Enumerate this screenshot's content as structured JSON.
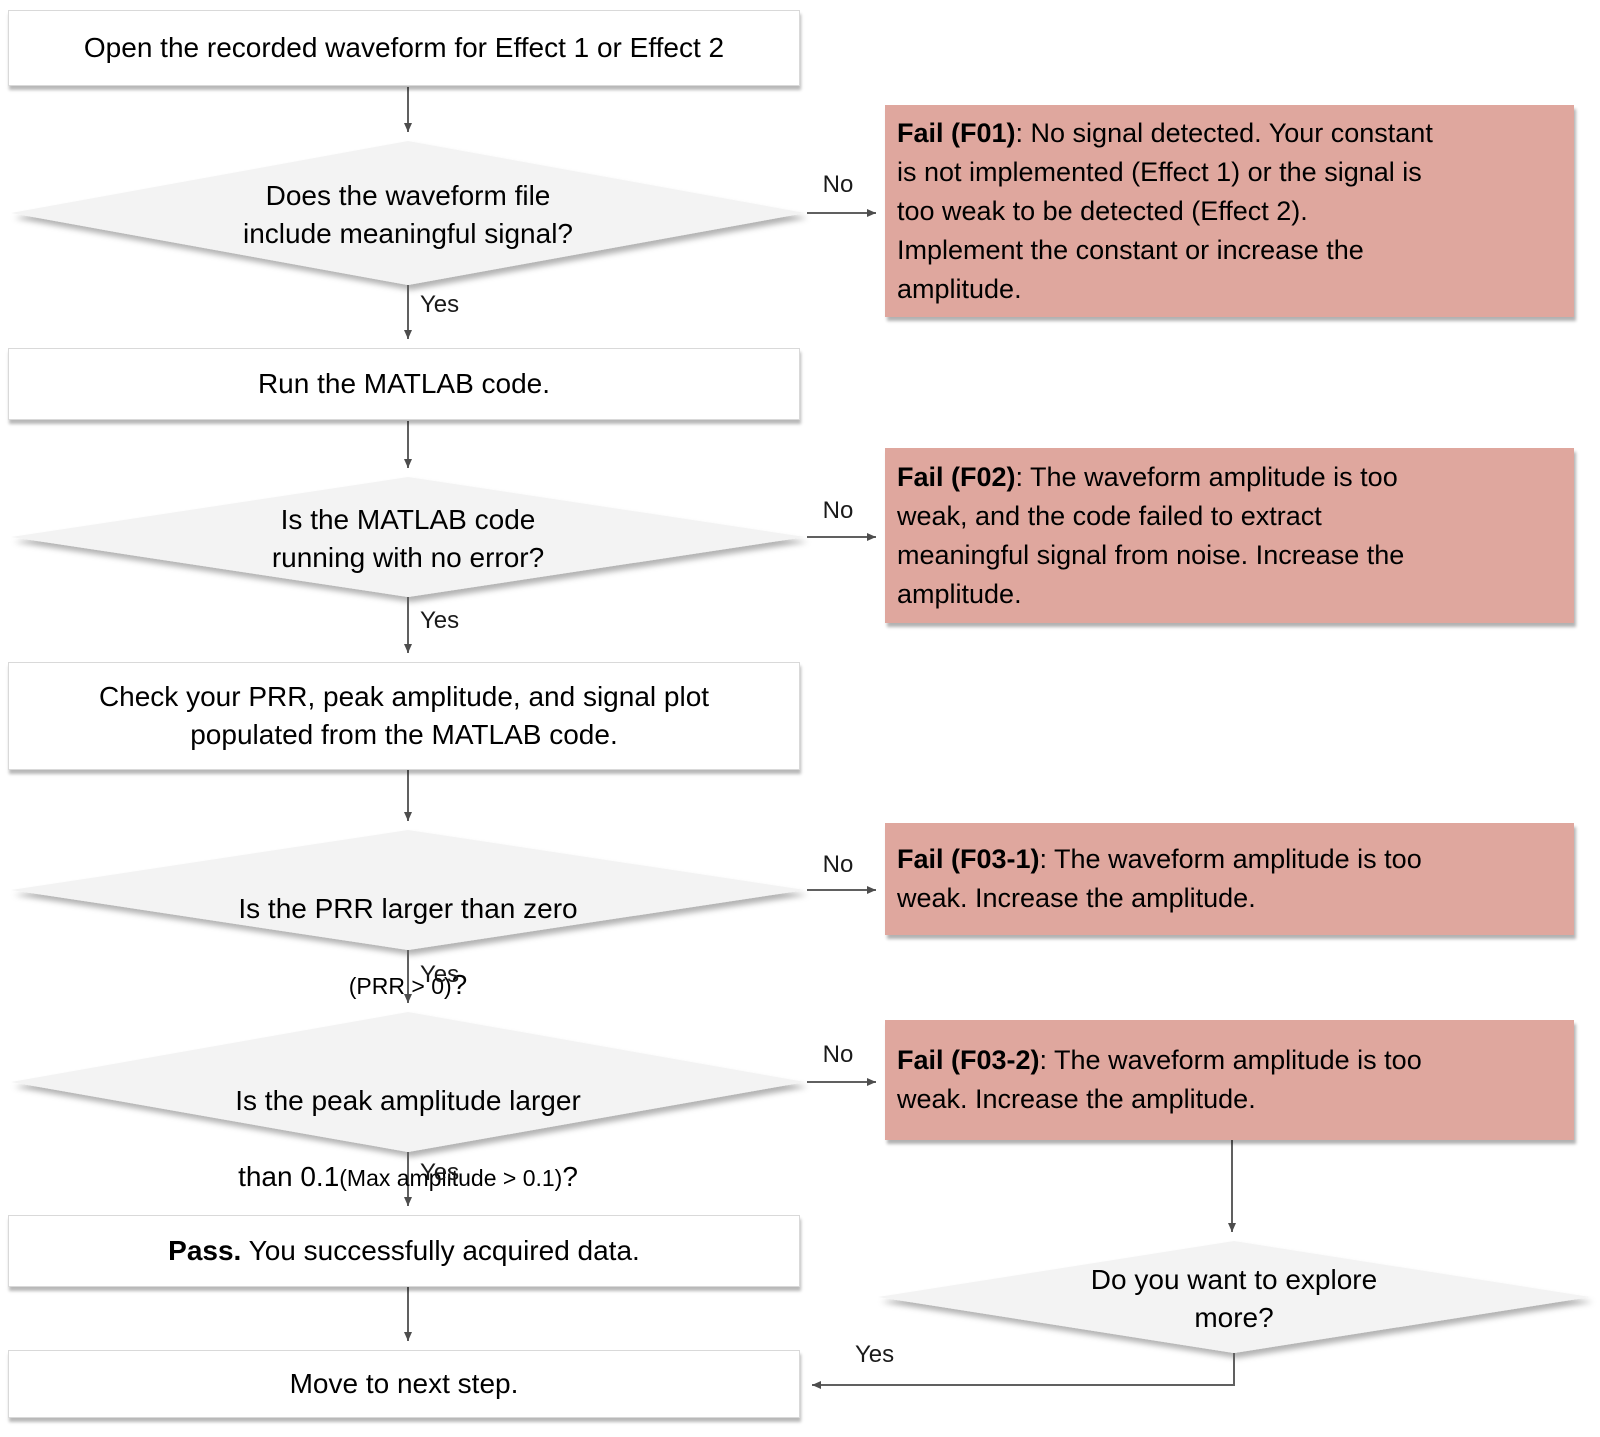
{
  "diagram": {
    "type": "flowchart",
    "nodes": {
      "start": {
        "label": "Open the recorded waveform for Effect 1 or Effect 2"
      },
      "decision_signal": {
        "label": "Does the waveform file\ninclude meaningful signal?"
      },
      "fail_f01": {
        "title": "Fail (F01)",
        "body": ": No signal detected. Your constant\nis not implemented (Effect 1) or the signal is\ntoo weak to be detected (Effect 2).\nImplement the constant or increase the\namplitude."
      },
      "run_code": {
        "label": "Run the MATLAB code."
      },
      "decision_no_error": {
        "label": "Is the MATLAB code\nrunning with no error?"
      },
      "fail_f02": {
        "title": "Fail (F02)",
        "body": ": The waveform amplitude is too\nweak, and the code failed to extract\nmeaningful signal from noise. Increase the\namplitude."
      },
      "check_outputs": {
        "label": "Check your PRR, peak amplitude, and signal plot\npopulated from the MATLAB code."
      },
      "decision_prr": {
        "line1": "Is the PRR  larger than zero",
        "line2_small": "(PRR > 0)",
        "line2_end": "?"
      },
      "fail_f03_1": {
        "title": "Fail (F03-1)",
        "body": ": The waveform amplitude is too\nweak. Increase the amplitude."
      },
      "decision_peak": {
        "line1": "Is the peak amplitude larger",
        "line2_main": "than 0.1",
        "line2_small": "(Max amplitude > 0.1)",
        "line2_end": "?"
      },
      "fail_f03_2": {
        "title": "Fail (F03-2)",
        "body": ": The waveform amplitude is too\nweak. Increase the amplitude."
      },
      "pass": {
        "title": "Pass.",
        "body": "You successfully acquired data."
      },
      "decision_explore": {
        "label": "Do you want to explore\nmore?"
      },
      "move_next": {
        "label": "Move to next step."
      }
    },
    "edge_labels": {
      "yes": "Yes",
      "no": "No"
    },
    "colors": {
      "fail_fill": "#dfa79e",
      "decision_fill": "#f3f3f3",
      "process_fill": "#ffffff",
      "box_border": "#d9d9d9",
      "arrow": "#606060",
      "text": "#000000"
    }
  }
}
